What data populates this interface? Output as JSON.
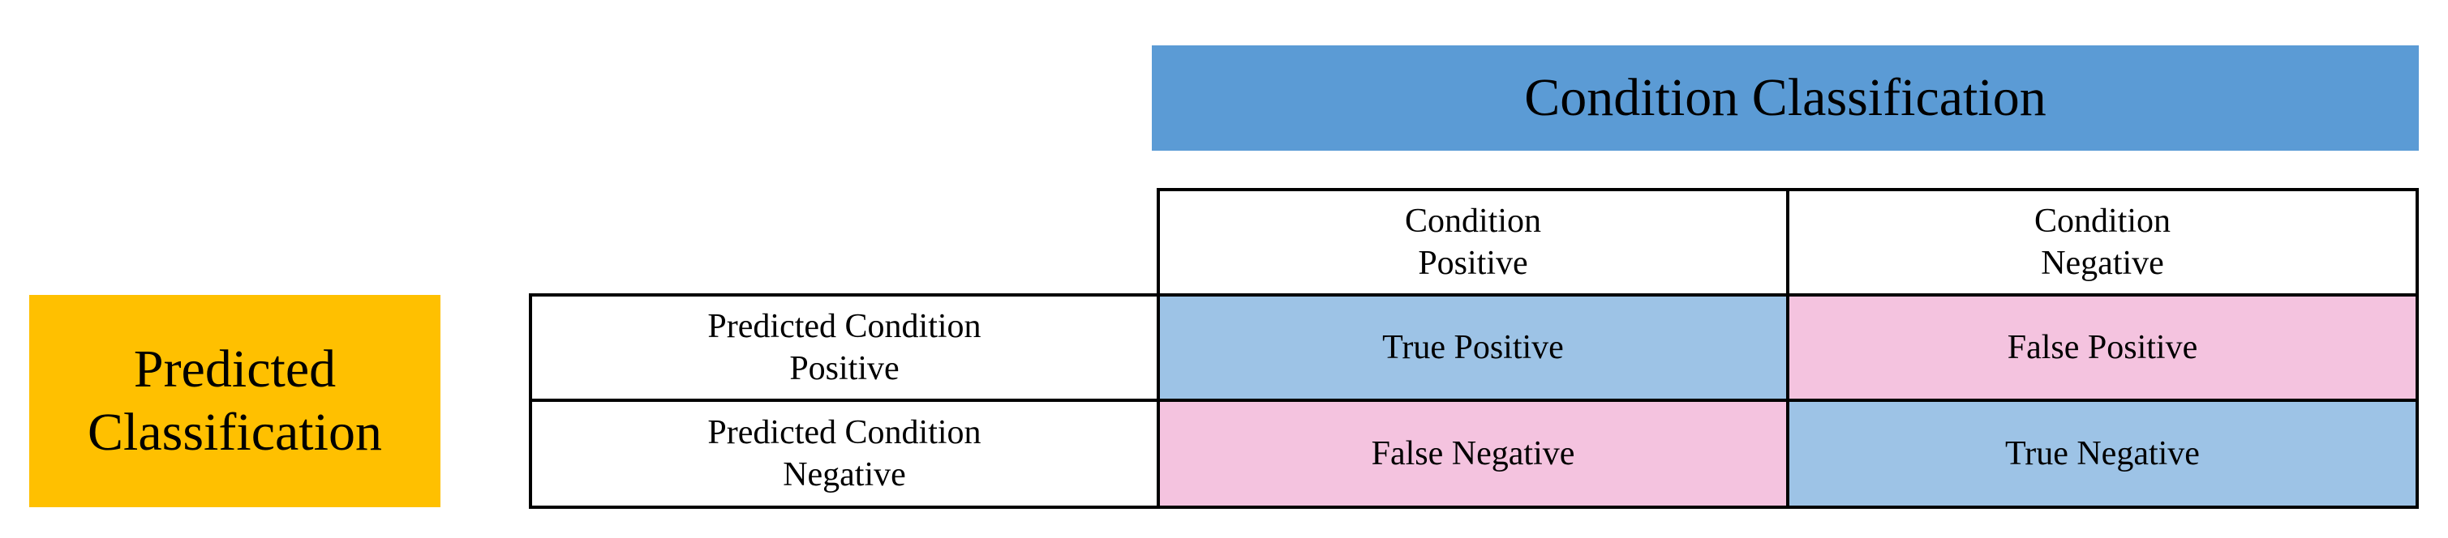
{
  "condition_header": "Condition Classification",
  "predicted_header": "Predicted\nClassification",
  "columns": [
    "Condition\nPositive",
    "Condition\nNegative"
  ],
  "rows": [
    {
      "label": "Predicted Condition\nPositive",
      "cells": [
        {
          "text": "True Positive",
          "color": "#9dc3e6"
        },
        {
          "text": "False Positive",
          "color": "#f4c3df"
        }
      ]
    },
    {
      "label": "Predicted Condition\nNegative",
      "cells": [
        {
          "text": "False Negative",
          "color": "#f4c3df"
        },
        {
          "text": "True Negative",
          "color": "#9dc3e6"
        }
      ]
    }
  ],
  "colors": {
    "condition_banner": "#5b9bd5",
    "predicted_box": "#ffc000",
    "true_cell": "#9dc3e6",
    "false_cell": "#f4c3df",
    "border": "#000000"
  }
}
